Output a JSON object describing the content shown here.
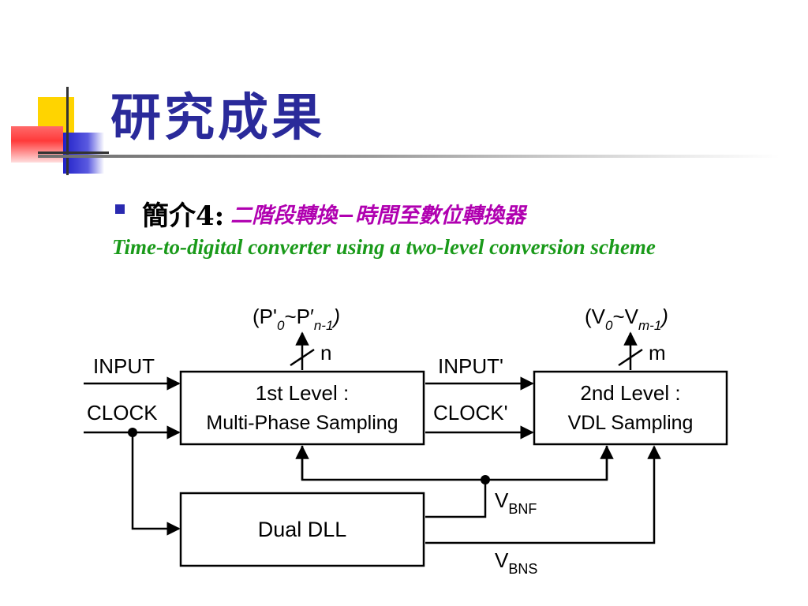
{
  "slide": {
    "title": "研究成果",
    "intro_label": "簡介4:",
    "intro_cn": "二階段轉換−時間至數位轉換器",
    "subtitle": "Time-to-digital converter using a two-level conversion scheme"
  },
  "diagram": {
    "block1_line1": "1st Level :",
    "block1_line2": "Multi-Phase Sampling",
    "block2_line1": "2nd Level :",
    "block2_line2": "VDL Sampling",
    "block3": "Dual DLL",
    "input": "INPUT",
    "clock": "CLOCK",
    "input_prime": "INPUT'",
    "clock_prime": "CLOCK'",
    "out1_open": "(P'",
    "out1_sub0": "0",
    "out1_mid": "~P′",
    "out1_subn": "n-1",
    "out1_close": ")",
    "out1_width": "n",
    "out2_open": "(V",
    "out2_sub0": "0",
    "out2_mid": "~V",
    "out2_subm": "m-1",
    "out2_close": ")",
    "out2_width": "m",
    "vbnf_main": "V",
    "vbnf_sub": "BNF",
    "vbns_main": "V",
    "vbns_sub": "BNS"
  }
}
